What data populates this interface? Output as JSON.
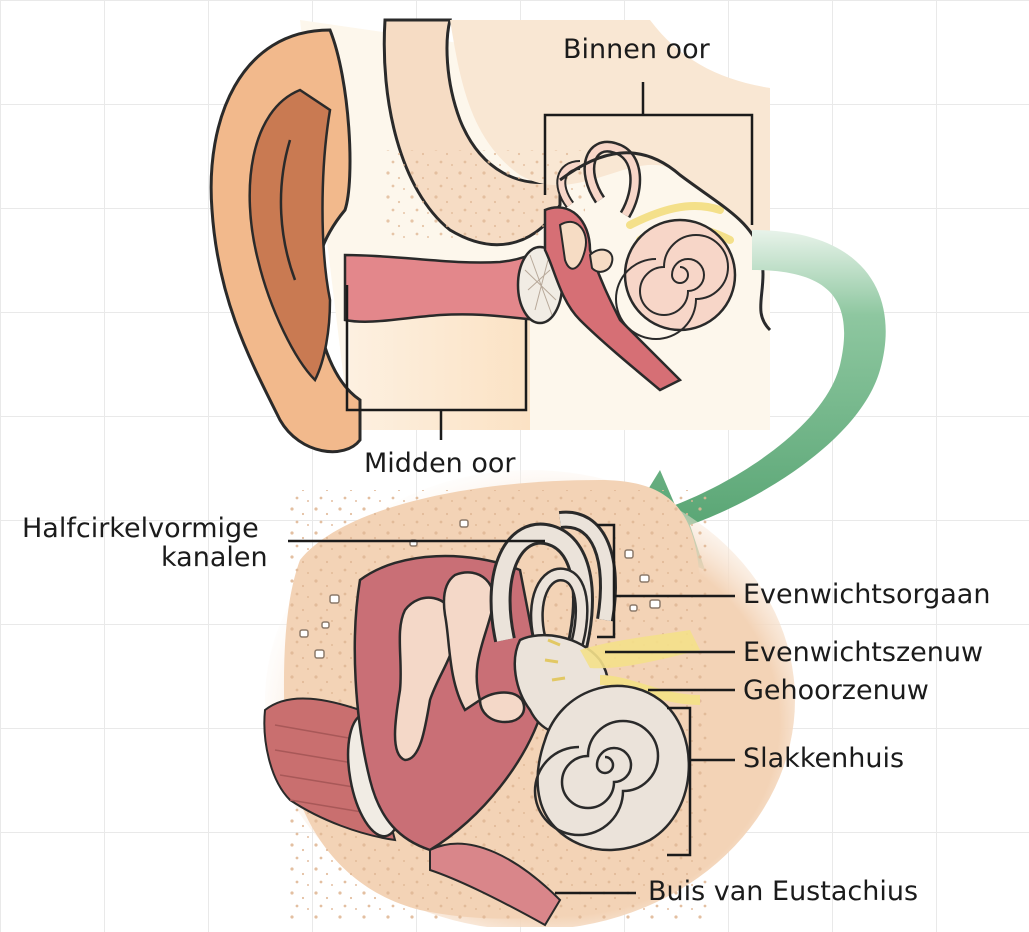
{
  "labels": {
    "binnen_oor": "Binnen oor",
    "midden_oor": "Midden oor",
    "halfcirkel_line1": "Halfcirkelvormige",
    "halfcirkel_line2": "kanalen",
    "evenwichtsorgaan": "Evenwichtsorgaan",
    "evenwichtszenuw": "Evenwichtszenuw",
    "gehoorzenuw": "Gehoorzenuw",
    "slakkenhuis": "Slakkenhuis",
    "buis_van_eustachius": "Buis van Eustachius"
  },
  "colors": {
    "skin": "#f2b98c",
    "skin_dark": "#c97a52",
    "canal_pink": "#e3878b",
    "bone": "#f6dcc4",
    "bone_speckle": "#e5c2a4",
    "cochlea": "#f7d6c8",
    "nerve": "#f4e08a",
    "arrow_green": "#5aaa78",
    "outline": "#2a2a2a"
  }
}
